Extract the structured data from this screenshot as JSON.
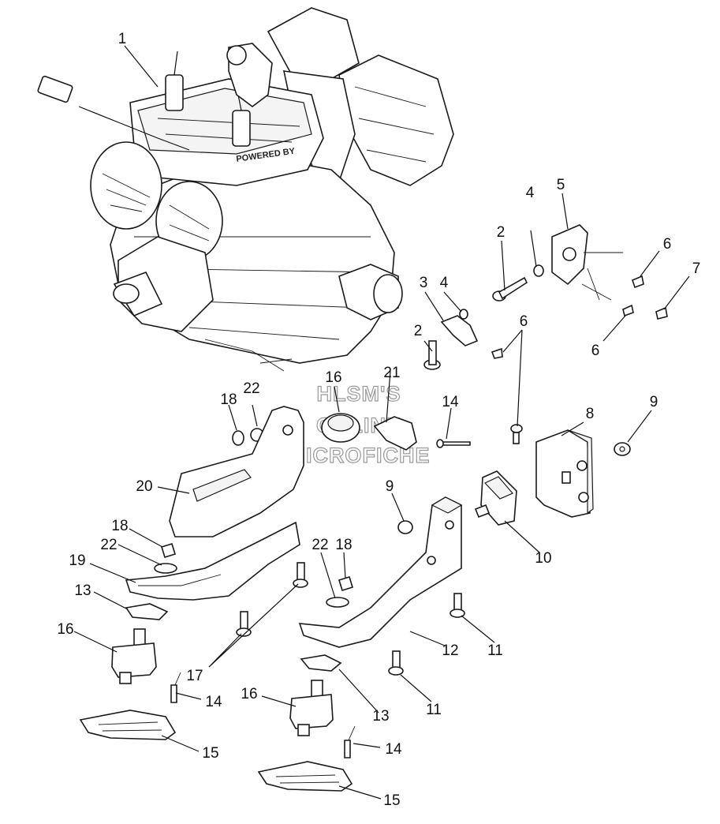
{
  "watermark": {
    "line1": "HLSM'S",
    "line2": "ONLINE",
    "line3": "MICROFICHE"
  },
  "callouts": {
    "c1": "1",
    "c2a": "2",
    "c2b": "2",
    "c3": "3",
    "c4a": "4",
    "c4b": "4",
    "c5": "5",
    "c6a": "6",
    "c6b": "6",
    "c6c": "6",
    "c7": "7",
    "c8": "8",
    "c9a": "9",
    "c9b": "9",
    "c10": "10",
    "c11a": "11",
    "c11b": "11",
    "c12": "12",
    "c13a": "13",
    "c13b": "13",
    "c14a": "14",
    "c14b": "14",
    "c14c": "14",
    "c15a": "15",
    "c15b": "15",
    "c16a": "16",
    "c16b": "16",
    "c16c": "16",
    "c17": "17",
    "c18a": "18",
    "c18b": "18",
    "c18c": "18",
    "c19": "19",
    "c20": "20",
    "c21": "21",
    "c22a": "22",
    "c22b": "22",
    "c22c": "22"
  },
  "engine_lettering": {
    "head_logo": "POWERED BY"
  }
}
